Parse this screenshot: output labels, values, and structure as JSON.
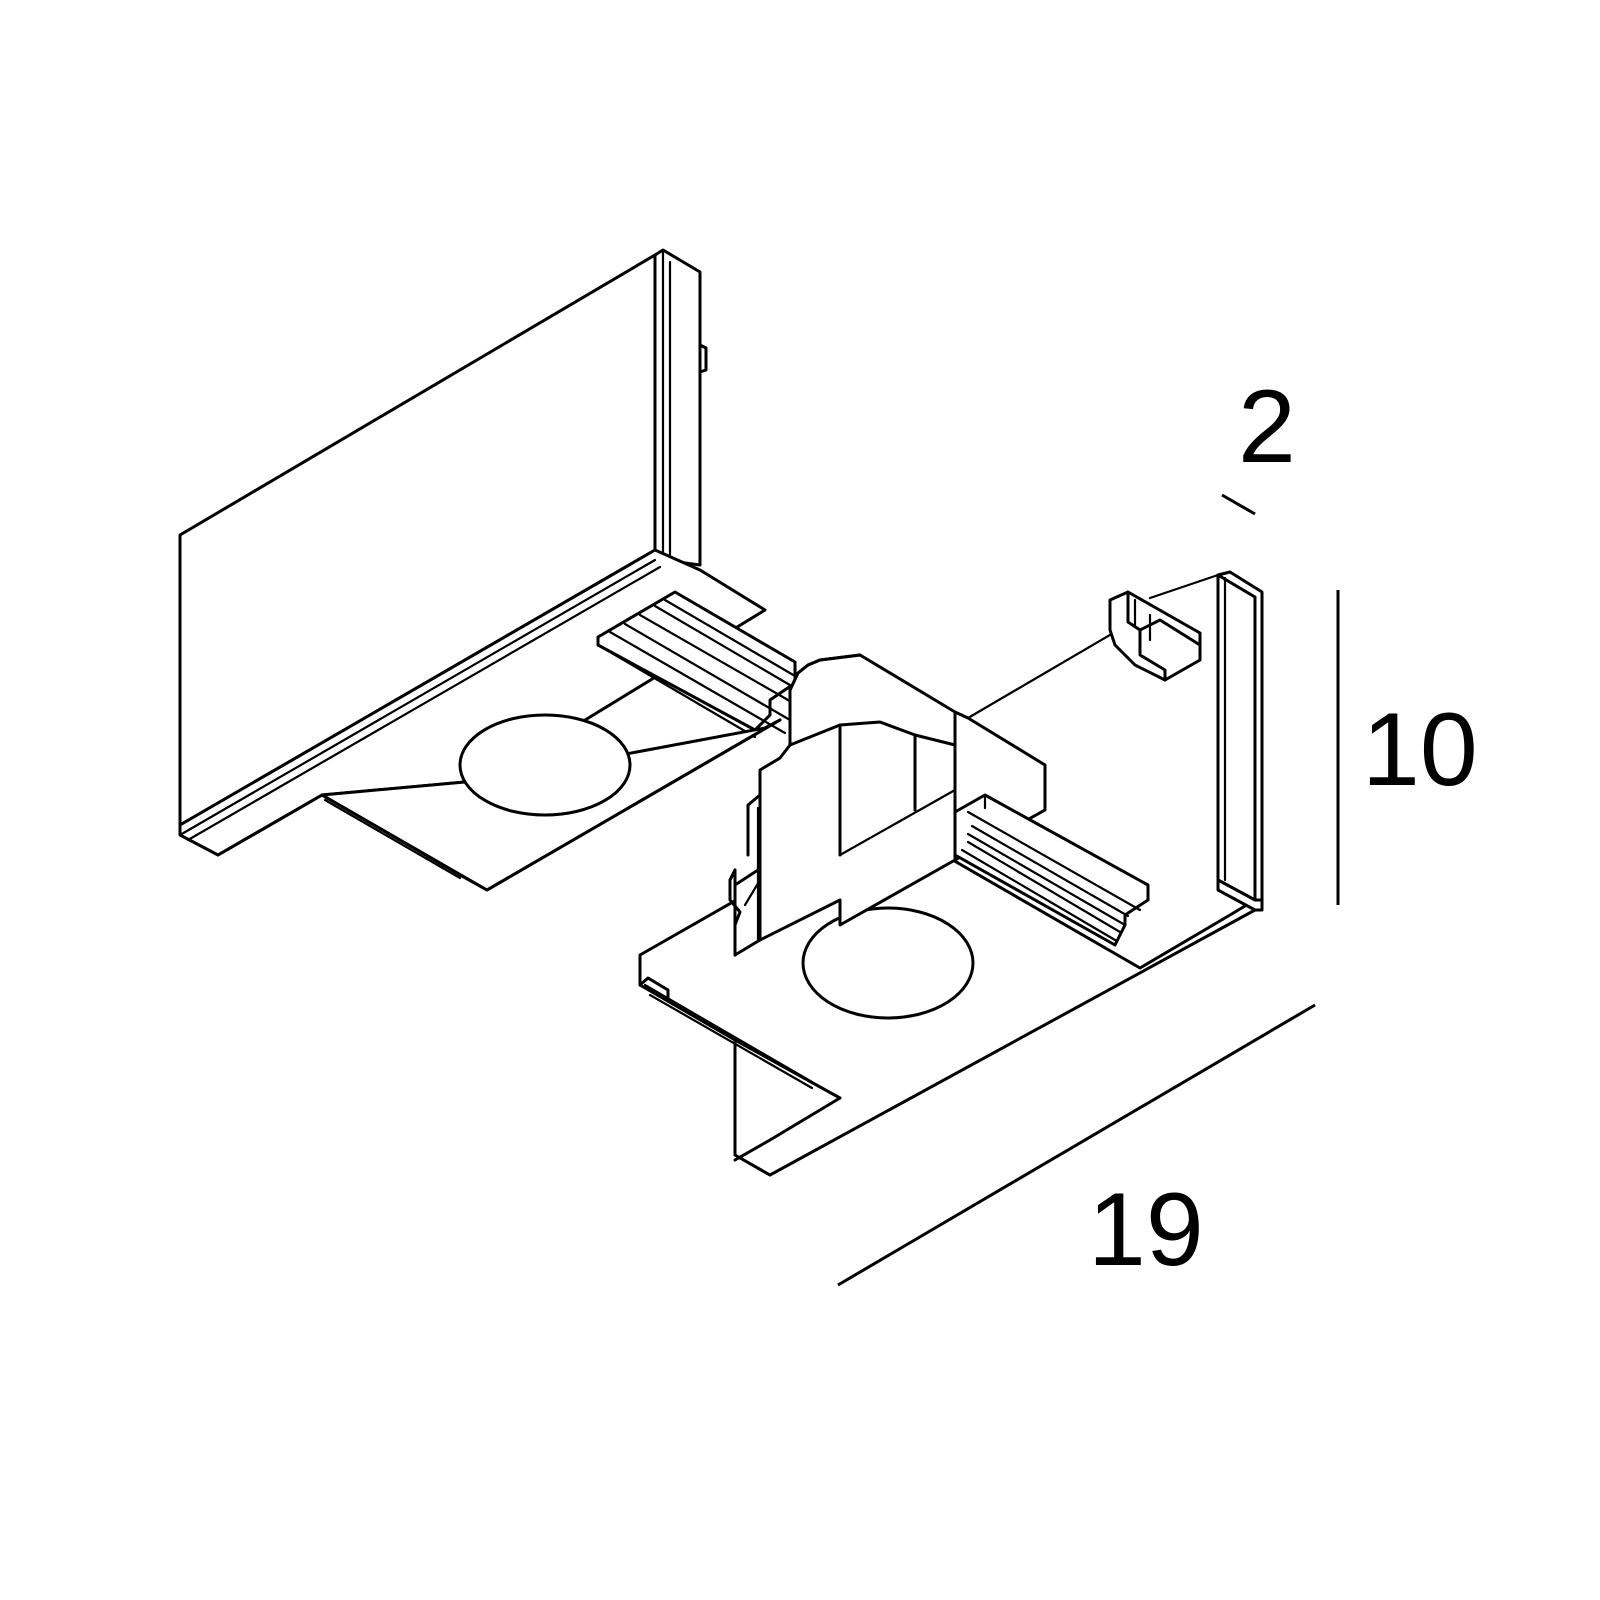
{
  "dimensions": {
    "thickness_label": "2",
    "height_label": "10",
    "length_label": "19"
  },
  "colors": {
    "line": "#000000",
    "background": "#ffffff"
  }
}
